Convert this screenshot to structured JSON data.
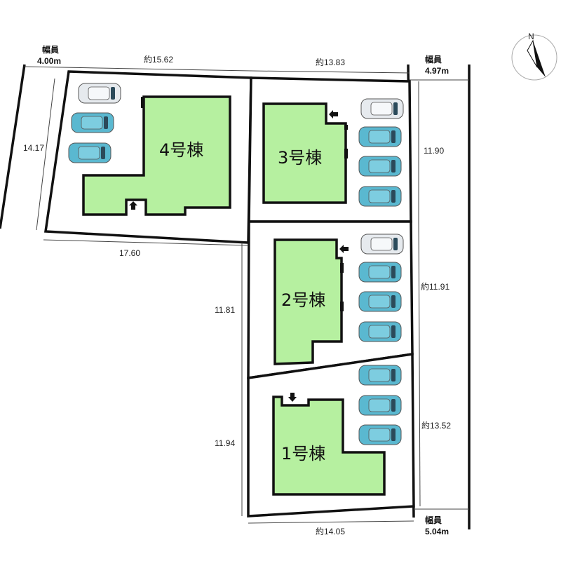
{
  "roads": {
    "west": {
      "label": "幅員",
      "value": "4.00m"
    },
    "northeast": {
      "label": "幅員",
      "value": "4.97m"
    },
    "southeast": {
      "label": "幅員",
      "value": "5.04m"
    }
  },
  "compass": {
    "letter": "N"
  },
  "dimensions": {
    "top_lot4": "約15.62",
    "top_lot3": "約13.83",
    "left_lot4": "14.17",
    "bottom_lot4": "17.60",
    "right_lot3": "11.90",
    "right_lot2": "約11.91",
    "right_lot1": "約13.52",
    "left_lot2": "11.81",
    "left_lot1": "11.94",
    "bottom_lot1": "約14.05"
  },
  "buildings": {
    "b1": "1号棟",
    "b2": "2号棟",
    "b3": "3号棟",
    "b4": "4号棟"
  },
  "colors": {
    "building_fill": "#b6f0a0",
    "car_blue": "#5ab8d0",
    "car_white": "#e6eaee",
    "line": "#111111"
  },
  "cars": [
    {
      "lot": "4",
      "color": "white"
    },
    {
      "lot": "4",
      "color": "blue"
    },
    {
      "lot": "4",
      "color": "blue"
    },
    {
      "lot": "3",
      "color": "white"
    },
    {
      "lot": "3",
      "color": "blue"
    },
    {
      "lot": "3",
      "color": "blue"
    },
    {
      "lot": "3",
      "color": "blue"
    },
    {
      "lot": "2",
      "color": "white"
    },
    {
      "lot": "2",
      "color": "blue"
    },
    {
      "lot": "2",
      "color": "blue"
    },
    {
      "lot": "2",
      "color": "blue"
    },
    {
      "lot": "1",
      "color": "blue"
    },
    {
      "lot": "1",
      "color": "blue"
    },
    {
      "lot": "1",
      "color": "blue"
    }
  ]
}
